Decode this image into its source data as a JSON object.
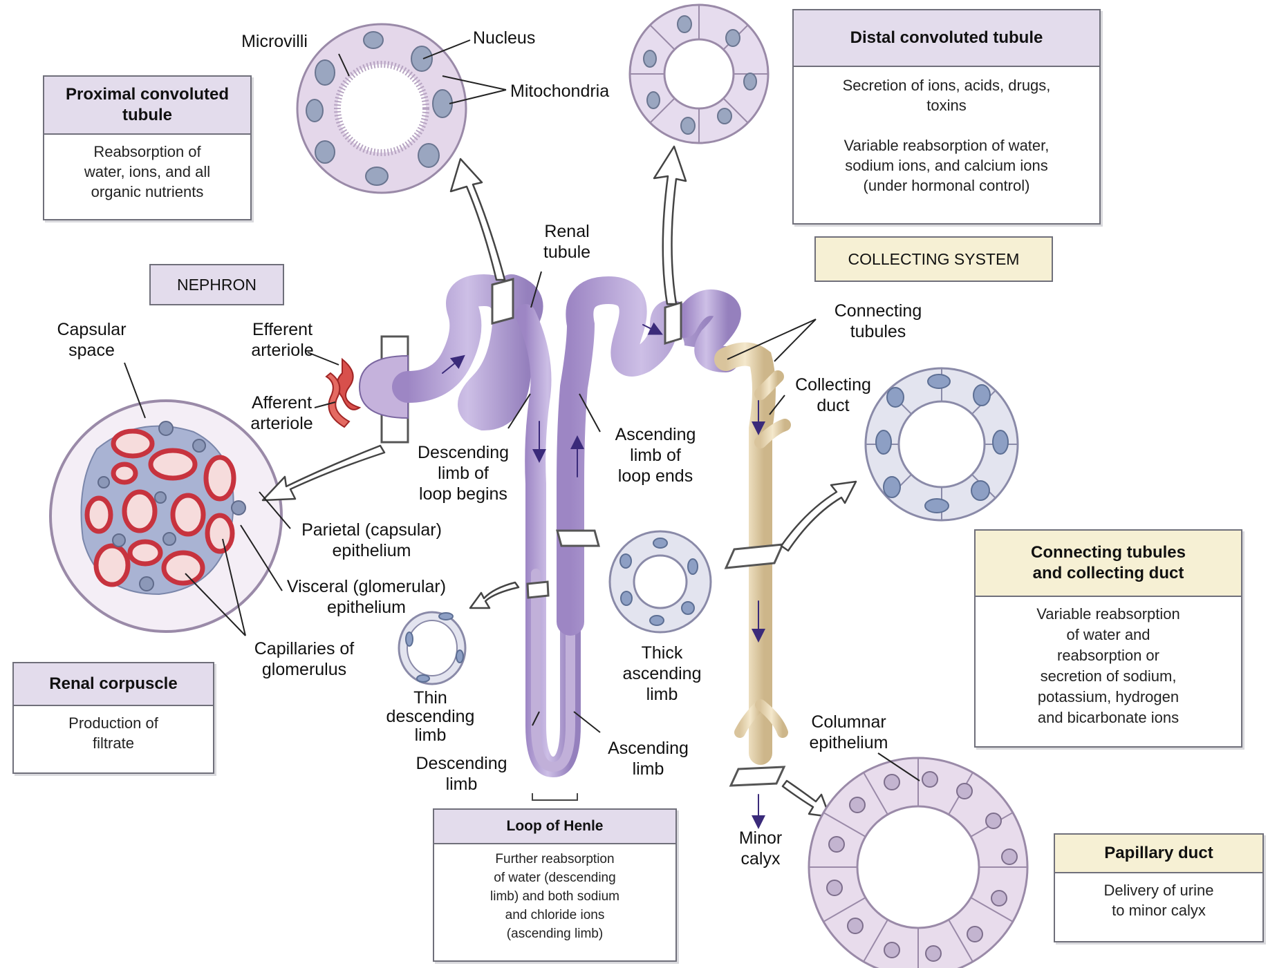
{
  "labels": {
    "microvilli": "Microvilli",
    "nucleus": "Nucleus",
    "mitochondria": "Mitochondria",
    "renal_tubule": "Renal\ntubule",
    "capsular_space": "Capsular\nspace",
    "efferent_arteriole": "Efferent\narteriole",
    "afferent_arteriole": "Afferent\narteriole",
    "descending_limb_begins": "Descending\nlimb of\nloop begins",
    "ascending_limb_ends": "Ascending\nlimb of\nloop ends",
    "parietal_epithelium": "Parietal (capsular)\nepithelium",
    "visceral_epithelium": "Visceral (glomerular)\nepithelium",
    "capillaries": "Capillaries of\nglomerulus",
    "thin_descending_limb": "Thin\ndescending\nlimb",
    "descending_limb": "Descending\nlimb",
    "ascending_limb": "Ascending\nlimb",
    "thick_ascending_limb": "Thick\nascending\nlimb",
    "connecting_tubules": "Connecting\ntubules",
    "collecting_duct": "Collecting\nduct",
    "columnar_epithelium": "Columnar\nepithelium",
    "minor_calyx": "Minor\ncalyx"
  },
  "tags": {
    "nephron": "NEPHRON",
    "collecting_system": "COLLECTING SYSTEM"
  },
  "boxes": {
    "pct": {
      "title": "Proximal convoluted\ntubule",
      "body": "Reabsorption of\nwater, ions, and all\norganic nutrients"
    },
    "dct": {
      "title": "Distal convoluted tubule",
      "body": "Secretion of ions, acids, drugs,\ntoxins\n\nVariable reabsorption of water,\nsodium ions, and calcium ions\n(under hormonal control)"
    },
    "renal_corpuscle": {
      "title": "Renal corpuscle",
      "body": "Production of\nfiltrate"
    },
    "loop_of_henle": {
      "title": "Loop of Henle",
      "body": "Further reabsorption\nof water (descending\nlimb) and both sodium\nand chloride ions\n(ascending limb)"
    },
    "connecting_collecting": {
      "title": "Connecting tubules\nand collecting duct",
      "body": "Variable reabsorption\nof water and\nreabsorption or\nsecretion of sodium,\npotassium, hydrogen\nand bicarbonate ions"
    },
    "papillary_duct": {
      "title": "Papillary duct",
      "body": "Delivery of urine\nto minor calyx"
    }
  }
}
